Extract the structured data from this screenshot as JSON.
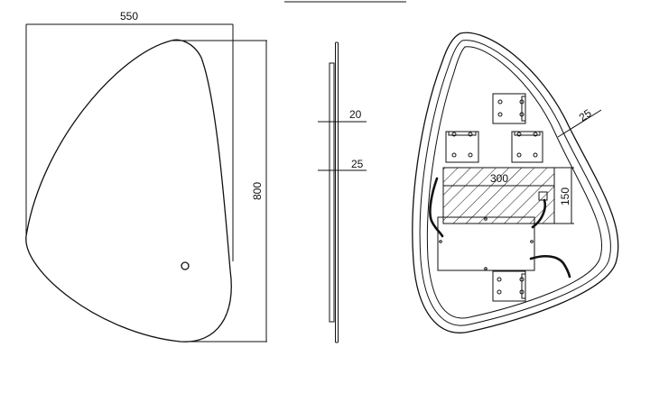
{
  "front_view": {
    "width_label": "550",
    "height_label": "800"
  },
  "side_view": {
    "dim_upper_label": "20",
    "dim_lower_label": "25"
  },
  "back_view": {
    "frame_offset_label": "25",
    "hatch_width_label": "300",
    "hatch_height_label": "150"
  }
}
